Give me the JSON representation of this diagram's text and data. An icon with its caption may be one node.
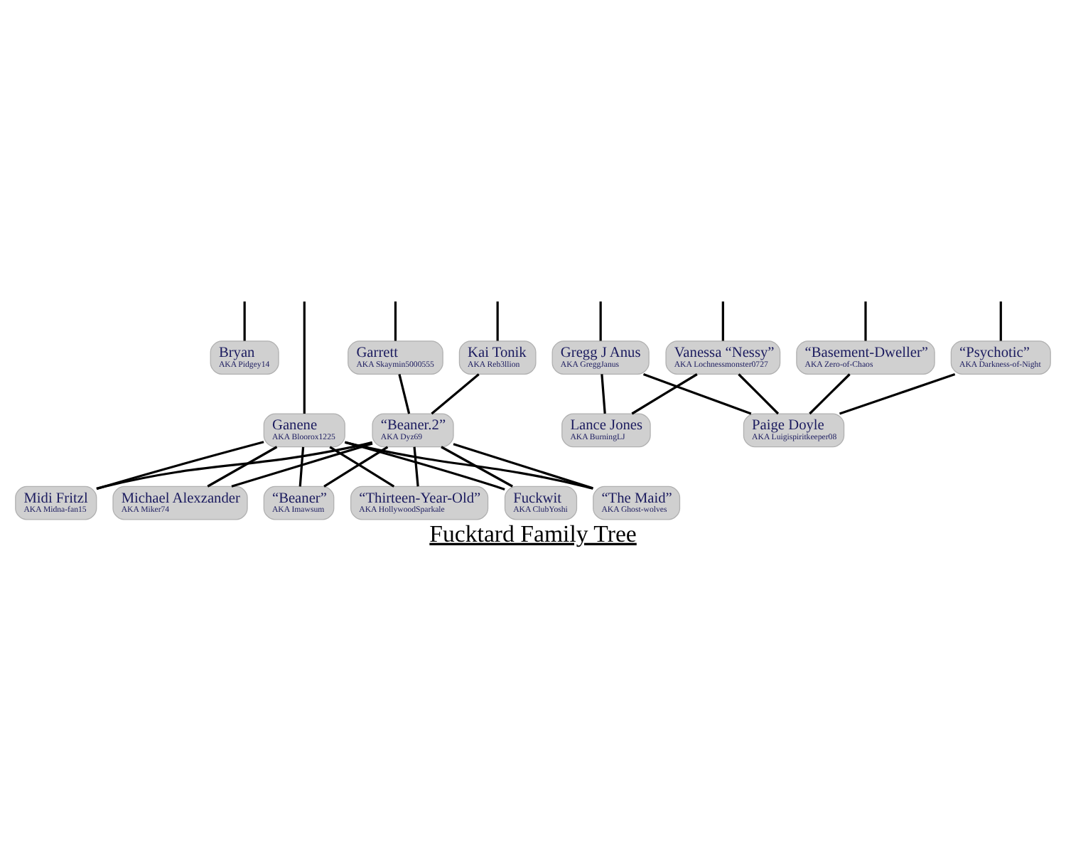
{
  "diagram": {
    "title": "Fucktard Family Tree",
    "nodes": [
      {
        "text": [
          "Bryan",
          "AKA Pidgey14"
        ]
      },
      {
        "text": [
          "Kai Tonik",
          "AKA Reb3llion"
        ]
      },
      {
        "text": [
          "Garrett",
          "AKA Skaymin5000555"
        ]
      },
      {
        "text": [
          "Gregg J Anus",
          "AKA GreggJanus"
        ]
      },
      {
        "text": [
          "Vanessa “Nessy”",
          "AKA Lochnessmonster0727"
        ]
      },
      {
        "text": [
          "“Basement-Dweller”",
          "AKA Zero-of-Chaos"
        ]
      },
      {
        "text": [
          "Ganene",
          "AKA Bloorox1225"
        ]
      },
      {
        "text": [
          "“Beaner.2”",
          "AKA Dyz69"
        ]
      },
      {
        "text": [
          "“Psychotic”",
          "AKA Darkness-of-Night"
        ]
      },
      {
        "text": [
          "Paige Doyle",
          "AKA Luigispiritkeeper08"
        ]
      },
      {
        "text": [
          "Lance Jones",
          "AKA BurningLJ"
        ]
      },
      {
        "text": [
          "Midi Fritzl",
          "AKA Midna-fan15"
        ]
      },
      {
        "text": [
          "Michael Alexzander",
          "AKA Miker74"
        ]
      },
      {
        "text": [
          "“Beaner”",
          "AKA Imawsum"
        ]
      },
      {
        "text": [
          "“Thirteen-Year-Old”",
          "AKA HollywoodSparkale"
        ]
      },
      {
        "text": [
          "Fuckwit",
          "AKA ClubYoshi"
        ]
      },
      {
        "text": [
          "“The Maid”",
          "AKA Ghost-wolves"
        ]
      }
    ],
    "edges": [
      {
        "from": null,
        "to": 0,
        "arrow": "none"
      },
      {
        "from": null,
        "to": 5,
        "arrow": "none"
      },
      {
        "from": null,
        "to": 8,
        "arrow": "none"
      },
      {
        "from": null,
        "to": 3,
        "arrow": "none"
      },
      {
        "from": null,
        "to": 4,
        "arrow": "none"
      },
      {
        "from": null,
        "to": 6,
        "arrow": "none"
      },
      {
        "from": null,
        "to": 1,
        "arrow": "none"
      },
      {
        "from": null,
        "to": 2,
        "arrow": "none"
      },
      {
        "from": 1,
        "to": 7,
        "arrow": "none"
      },
      {
        "from": 2,
        "to": 7,
        "arrow": "none"
      },
      {
        "from": 3,
        "to": 9,
        "arrow": "none"
      },
      {
        "from": 3,
        "to": 10,
        "arrow": "none"
      },
      {
        "from": 4,
        "to": 9,
        "arrow": "none"
      },
      {
        "from": 4,
        "to": 10,
        "arrow": "none"
      },
      {
        "from": 5,
        "to": 9,
        "arrow": "none"
      },
      {
        "from": 8,
        "to": 9,
        "arrow": "none"
      },
      {
        "from": 6,
        "to": 11,
        "arrow": "none"
      },
      {
        "from": 6,
        "to": 12,
        "arrow": "none"
      },
      {
        "from": 6,
        "to": 13,
        "arrow": "none"
      },
      {
        "from": 6,
        "to": 14,
        "arrow": "none"
      },
      {
        "from": 6,
        "to": 15,
        "arrow": "none"
      },
      {
        "from": 6,
        "to": 16,
        "arrow": "none"
      },
      {
        "from": 7,
        "to": 11,
        "arrow": "none"
      },
      {
        "from": 7,
        "to": 12,
        "arrow": "none"
      },
      {
        "from": 7,
        "to": 13,
        "arrow": "none"
      },
      {
        "from": 7,
        "to": 14,
        "arrow": "none"
      },
      {
        "from": 7,
        "to": 15,
        "arrow": "none"
      },
      {
        "from": 7,
        "to": 16,
        "arrow": "none"
      }
    ]
  }
}
